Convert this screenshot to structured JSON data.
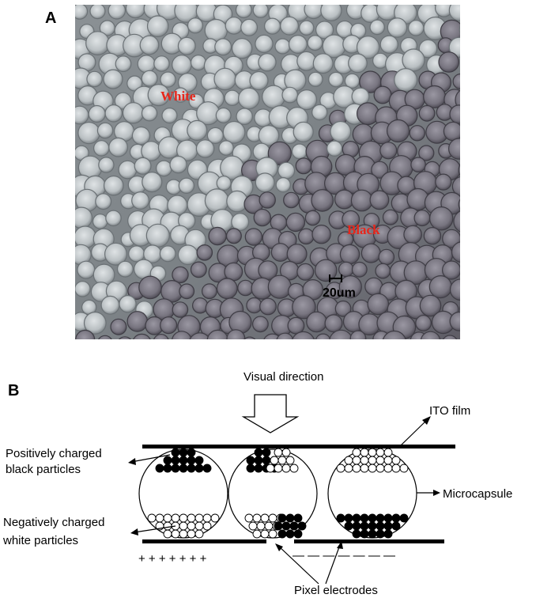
{
  "panel_a": {
    "letter": "A",
    "label_white": "White",
    "label_black": "Black",
    "scale_bar": "20um",
    "label_color": "#e8261b"
  },
  "panel_b": {
    "letter": "B",
    "visual_direction": "Visual direction",
    "ito_film": "ITO film",
    "positively_line1": "Positively charged",
    "positively_line2": "black particles",
    "microcapsule": "Microcapsule",
    "negatively_line1": "Negatively charged",
    "negatively_line2": "white particles",
    "pixel_electrodes": "Pixel electrodes",
    "plus_signs": "+  +  +  +  +  +  +",
    "minus_signs": "—  —  —  —  —  —  —"
  }
}
